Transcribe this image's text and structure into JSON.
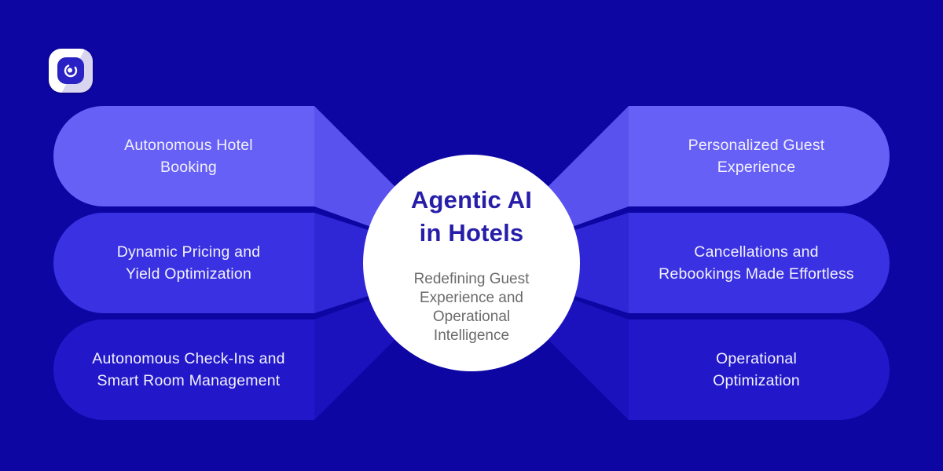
{
  "logo": {
    "icon": "c-ring-logo-icon",
    "outer_light": "#FFFFFF",
    "outer_shade": "#D9D5EF",
    "inner_square": "#2A21C5"
  },
  "center": {
    "title": "Agentic AI\nin Hotels",
    "subtitle": "Redefining Guest\nExperience and\nOperational\nIntelligence"
  },
  "nodes": {
    "left": [
      {
        "label": "Autonomous Hotel\nBooking"
      },
      {
        "label": "Dynamic Pricing and\nYield Optimization"
      },
      {
        "label": "Autonomous Check-Ins and\nSmart Room Management"
      }
    ],
    "right": [
      {
        "label": "Personalized Guest\nExperience"
      },
      {
        "label": "Cancellations and\nRebookings Made Effortless"
      },
      {
        "label": "Operational\nOptimization"
      }
    ]
  },
  "colors": {
    "background": "#0D06A2",
    "rows": [
      {
        "pill": "#6660F7",
        "wedge": "#5A52EE"
      },
      {
        "pill": "#3A31E2",
        "wedge": "#2F26D5"
      },
      {
        "pill": "#2218CA",
        "wedge": "#1C12BD"
      }
    ],
    "circle_fill": "#FFFFFF",
    "title_text": "#261EA9",
    "subtitle_text": "#6B6B6B",
    "pill_text": "#F2F1FD"
  }
}
